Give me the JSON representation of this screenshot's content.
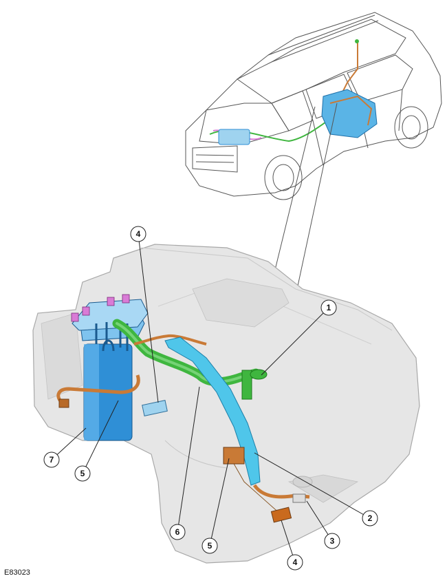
{
  "figure_id": "E83023",
  "callouts": [
    {
      "label": "1"
    },
    {
      "label": "2"
    },
    {
      "label": "3"
    },
    {
      "label": "4"
    },
    {
      "label": "4"
    },
    {
      "label": "5"
    },
    {
      "label": "5"
    },
    {
      "label": "6"
    },
    {
      "label": "7"
    }
  ],
  "colors": {
    "tank": "#e4e4e4",
    "tank_edge": "#aaaaaa",
    "vent_pipe": "#3fb63f",
    "filler_channel": "#4fc6ea",
    "pump_module": "#2f8fd6",
    "hoses": "#c97a36",
    "connectors": "#d97bd6",
    "sensor": "#c96a1e"
  }
}
